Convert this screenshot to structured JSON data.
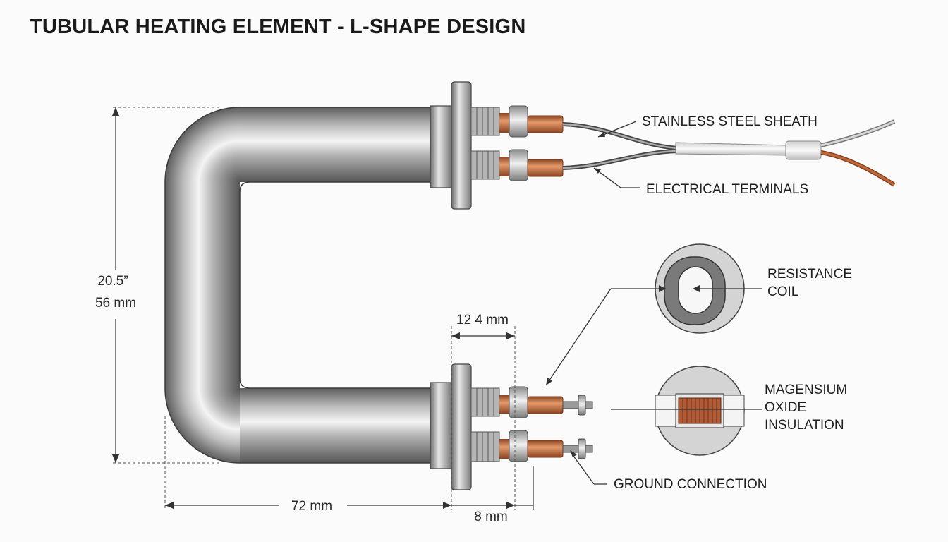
{
  "title": "TUBULAR HEATING ELEMENT - L-SHAPE DESIGN",
  "labels": {
    "sheath": "STAINLESS STEEL SHEATH",
    "terminals": "ELECTRICAL TERMINALS",
    "coil_line1": "RESISTANCE",
    "coil_line2": "COIL",
    "mgo_line1": "MAGENSIUM",
    "mgo_line2": "OXIDE",
    "mgo_line3": "INSULATION",
    "ground": "GROUND CONNECTION"
  },
  "dimensions": {
    "height_in": "20.5”",
    "height_mm": "56 mm",
    "width": "72 mm",
    "flange": "12 4 mm",
    "terminal": "8 mm"
  },
  "colors": {
    "steel_light": "#f2f2f2",
    "steel_dark": "#6a6a6a",
    "copper": "#c0673a",
    "wire_red": "#b8562e"
  }
}
